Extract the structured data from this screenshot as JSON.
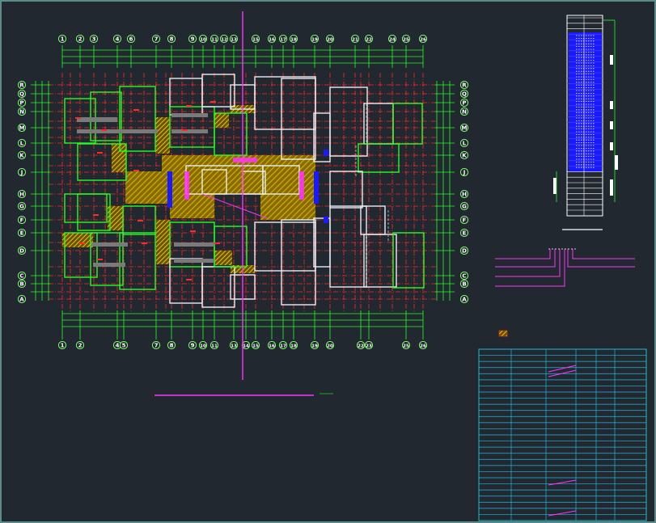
{
  "drawing": {
    "colors": {
      "background": "#212830",
      "frame": "#5d8a8a",
      "axis_bubble": "#7CFF6B",
      "grid_red": "#ff2a2a",
      "wall_green": "#22ff22",
      "wall_white": "#e8eef2",
      "core_hatch": "#c8b400",
      "section_line": "#ff33ff",
      "elevator_blue": "#1a1aff",
      "table_cyan": "#22b8d8"
    },
    "column_axes_top": [
      "1",
      "2",
      "3",
      "4",
      "6",
      "7",
      "8",
      "9",
      "10",
      "11",
      "12",
      "13",
      "15",
      "16",
      "17",
      "18",
      "19",
      "20",
      "21",
      "22",
      "24",
      "25",
      "26"
    ],
    "column_axes_bottom": [
      "1",
      "2",
      "4",
      "5",
      "7",
      "8",
      "9",
      "10",
      "11",
      "13",
      "14",
      "15",
      "16",
      "17",
      "18",
      "19",
      "20",
      "22",
      "23",
      "25",
      "26"
    ],
    "row_axes": [
      "R",
      "Q",
      "P",
      "N",
      "M",
      "L",
      "K",
      "J",
      "H",
      "G",
      "F",
      "E",
      "D",
      "C",
      "B",
      "A"
    ]
  }
}
